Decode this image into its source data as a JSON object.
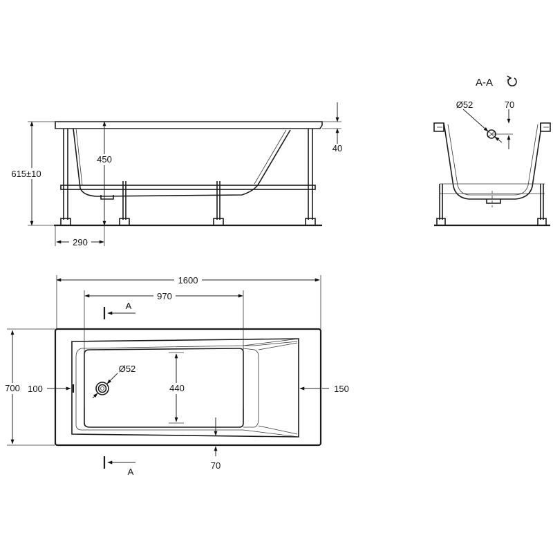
{
  "side_view": {
    "dims": {
      "height_total": "615±10",
      "depth": "450",
      "rim": "40",
      "offset": "290"
    }
  },
  "section_view": {
    "title": "A-A",
    "dims": {
      "drain_diameter": "Ø52",
      "drain_offset": "70"
    }
  },
  "plan_view": {
    "dims": {
      "length": "1600",
      "inner_length": "970",
      "width": "700",
      "left_margin": "100",
      "inner_width": "440",
      "right_margin": "150",
      "bottom_offset": "70",
      "drain_diameter": "Ø52"
    },
    "section_label_top": "A",
    "section_label_bottom": "A"
  }
}
